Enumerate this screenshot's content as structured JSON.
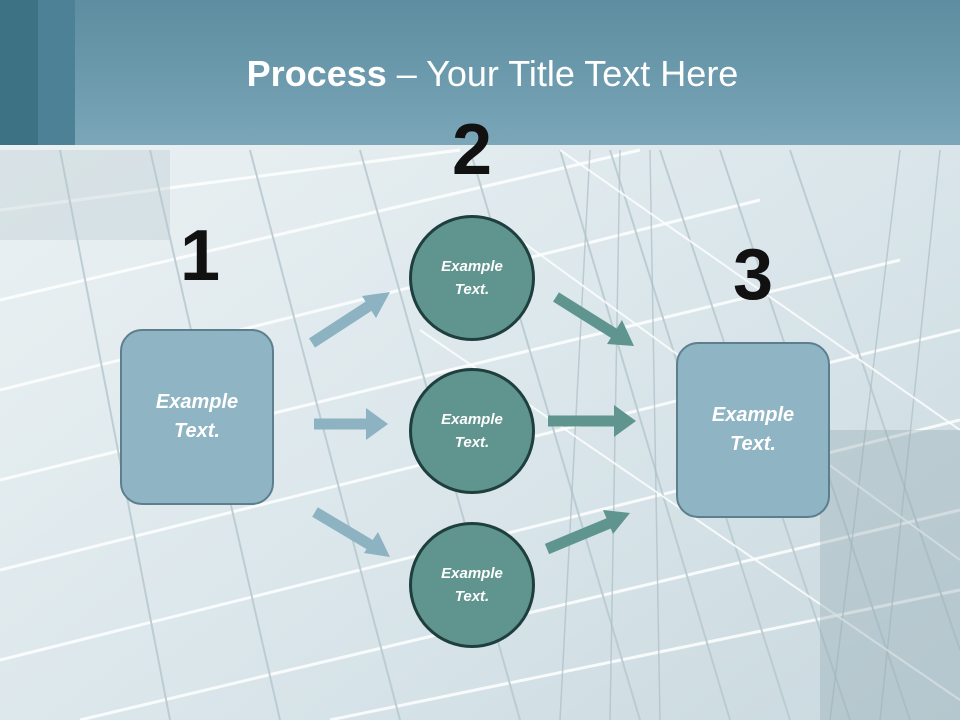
{
  "title": {
    "bold": "Process",
    "rest": " – Your Title Text Here"
  },
  "steps": [
    "1",
    "2",
    "3"
  ],
  "left_box": "Example Text.",
  "circles": [
    "Example Text.",
    "Example Text.",
    "Example Text."
  ],
  "right_box": "Example Text.",
  "colors": {
    "header": "#6f9db0",
    "box_fill": "#8fb4c3",
    "circle_fill": "#5f948f",
    "arrow_light": "#8db2c1",
    "arrow_dark": "#5f948f"
  }
}
